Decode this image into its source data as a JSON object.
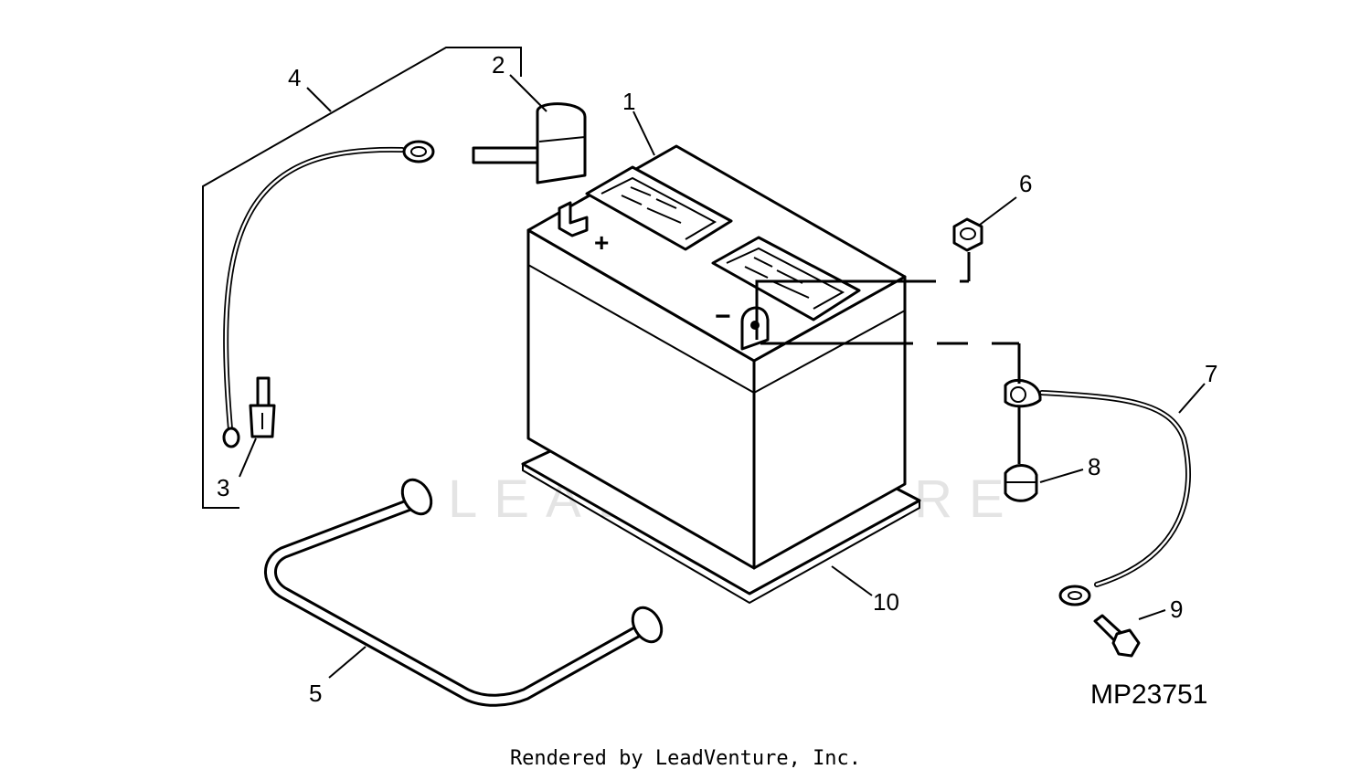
{
  "diagram": {
    "figure_id": "MP23751",
    "watermark": "LEADVENTURE",
    "callouts": [
      "1",
      "2",
      "3",
      "4",
      "5",
      "6",
      "7",
      "8",
      "9",
      "10"
    ],
    "terminal_marks": {
      "positive": "+",
      "negative": "−"
    }
  },
  "footer": {
    "text": "Rendered by LeadVenture, Inc."
  },
  "colors": {
    "line": "#000000",
    "background": "#ffffff",
    "watermark": "#e4e4e4"
  }
}
